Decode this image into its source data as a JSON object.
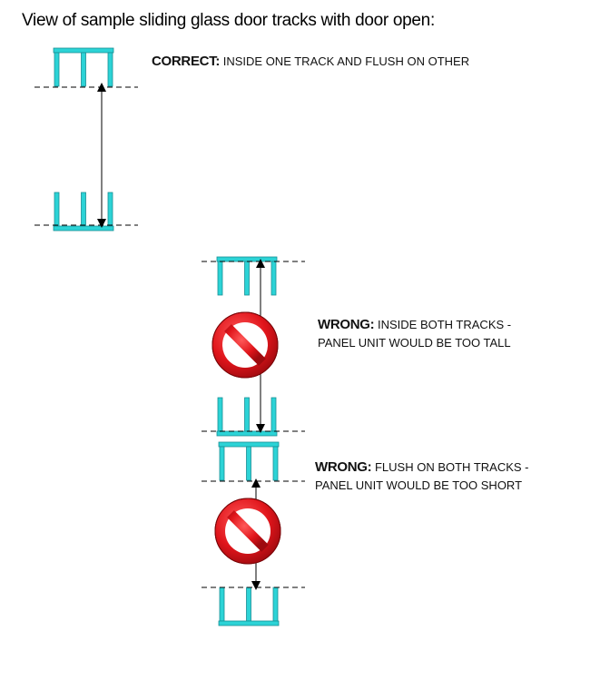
{
  "title": "View of sample sliding glass door tracks with door open:",
  "colors": {
    "track": "#2cd3d6",
    "track_stroke": "#1a8f95",
    "sign_red": "#e0151b",
    "sign_dark": "#9e0a0f"
  },
  "icons": [
    "prohibition-sign-icon",
    "double-arrow-icon"
  ],
  "correct": {
    "label": "CORRECT:",
    "text": "INSIDE ONE TRACK AND FLUSH ON OTHER"
  },
  "wrong1": {
    "label": "WRONG:",
    "line1": "INSIDE BOTH TRACKS -",
    "line2": "PANEL UNIT WOULD BE TOO TALL"
  },
  "wrong2": {
    "label": "WRONG:",
    "line1": "FLUSH ON BOTH TRACKS -",
    "line2": "PANEL UNIT WOULD BE TOO SHORT"
  }
}
